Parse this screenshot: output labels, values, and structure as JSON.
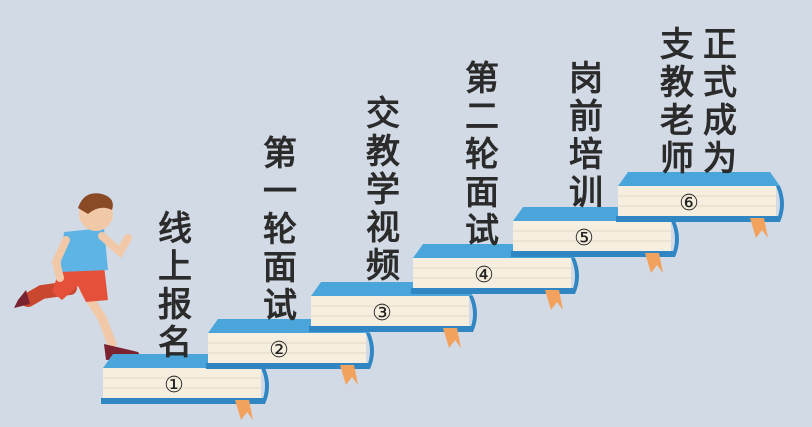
{
  "steps": [
    {
      "number": "①",
      "label": "线上报名"
    },
    {
      "number": "②",
      "label": "第一轮面试"
    },
    {
      "number": "③",
      "label": "交教学视频"
    },
    {
      "number": "④",
      "label": "第二轮面试"
    },
    {
      "number": "⑤",
      "label": "岗前培训"
    },
    {
      "number": "⑥",
      "label": "正式成为"
    },
    {
      "number": "",
      "label": "支教老师"
    }
  ],
  "colors": {
    "background": "#d2dae5",
    "book_cover_top": "#4aa6da",
    "book_cover_side": "#2f86c2",
    "pages": "#f6efe0",
    "ribbon": "#f2a25c",
    "text": "#2b2b2b"
  }
}
